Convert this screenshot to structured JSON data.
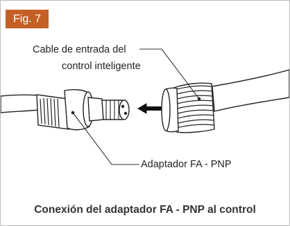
{
  "figure": {
    "label": "Fig. 7",
    "accent_color": "#c55f25",
    "callouts": {
      "cable_line_1": "Cable de entrada del",
      "cable_line_2": "control inteligente",
      "adapter": "Adaptador FA - PNP"
    },
    "caption": "Conexión del adaptador FA - PNP al control",
    "parts": {
      "right": "smart-control-input-cable",
      "left": "fa-pnp-adapter",
      "arrow": "connection-direction-arrow"
    }
  }
}
